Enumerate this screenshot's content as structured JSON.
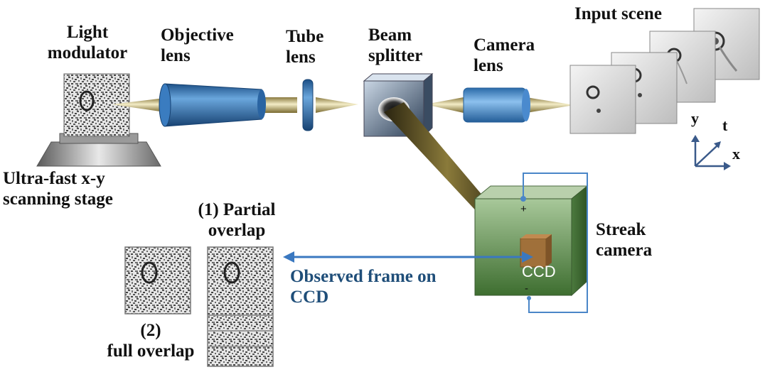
{
  "labels": {
    "light_modulator": [
      "Light",
      "modulator"
    ],
    "objective_lens": [
      "Objective",
      "lens"
    ],
    "tube_lens": [
      "Tube",
      "lens"
    ],
    "beam_splitter": [
      "Beam",
      "splitter"
    ],
    "camera_lens": [
      "Camera",
      "lens"
    ],
    "input_scene": "Input scene",
    "stage": [
      "Ultra-fast x-y",
      "scanning stage"
    ],
    "partial_overlap": [
      "(1) Partial",
      "overlap"
    ],
    "full_overlap": [
      "(2)",
      "full overlap"
    ],
    "observed_frame": [
      "Observed frame on",
      "CCD"
    ],
    "streak_camera": [
      "Streak",
      "camera"
    ],
    "ccd": "CCD",
    "plus": "+",
    "minus": "-"
  },
  "axes": {
    "y": "y",
    "t": "t",
    "x": "x"
  },
  "colors": {
    "lens_blue": "#2f6fb0",
    "beam_gold": "#c8b878",
    "arrow_blue": "#3a78c0",
    "camera_green": "#5a8a48",
    "ccd_brown": "#a0703a",
    "wire_blue": "#4a86c8"
  }
}
